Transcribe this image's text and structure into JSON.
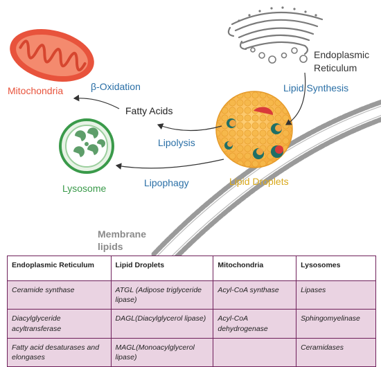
{
  "labels": {
    "mitochondria": "Mitochondria",
    "beta_oxidation": "β-Oxidation",
    "fatty_acids": "Fatty Acids",
    "er_line1": "Endoplasmic",
    "er_line2": "Reticulum",
    "lipid_synthesis": "Lipid Synthesis",
    "lipolysis": "Lipolysis",
    "lipophagy": "Lipophagy",
    "lysosome": "Lysosome",
    "lipid_droplets": "Lipid Droplets",
    "membrane_line1": "Membrane",
    "membrane_line2": "lipids"
  },
  "colors": {
    "mitochondria": "#e8533c",
    "process": "#2a6fa6",
    "lysosome": "#3a9a4a",
    "lipid_droplets": "#d9a81a",
    "table_border": "#6e1f5a",
    "table_fill": "#ead3e2"
  },
  "table": {
    "headers": [
      "Endoplasmic Reticulum",
      "Lipid Droplets",
      "Mitochondria",
      "Lysosomes"
    ],
    "rows": [
      [
        "Ceramide synthase",
        "ATGL (Adipose triglyceride lipase)",
        "Acyl-CoA synthase",
        "Lipases"
      ],
      [
        "Diacylglyceride acyltransferase",
        "DAGL(Diacylglycerol lipase)",
        "Acyl-CoA dehydrogenase",
        "Sphingomyelinase"
      ],
      [
        "Fatty acid desaturases and elongases",
        "MAGL(Monoacylglycerol lipase)",
        "",
        "Ceramidases"
      ]
    ]
  }
}
